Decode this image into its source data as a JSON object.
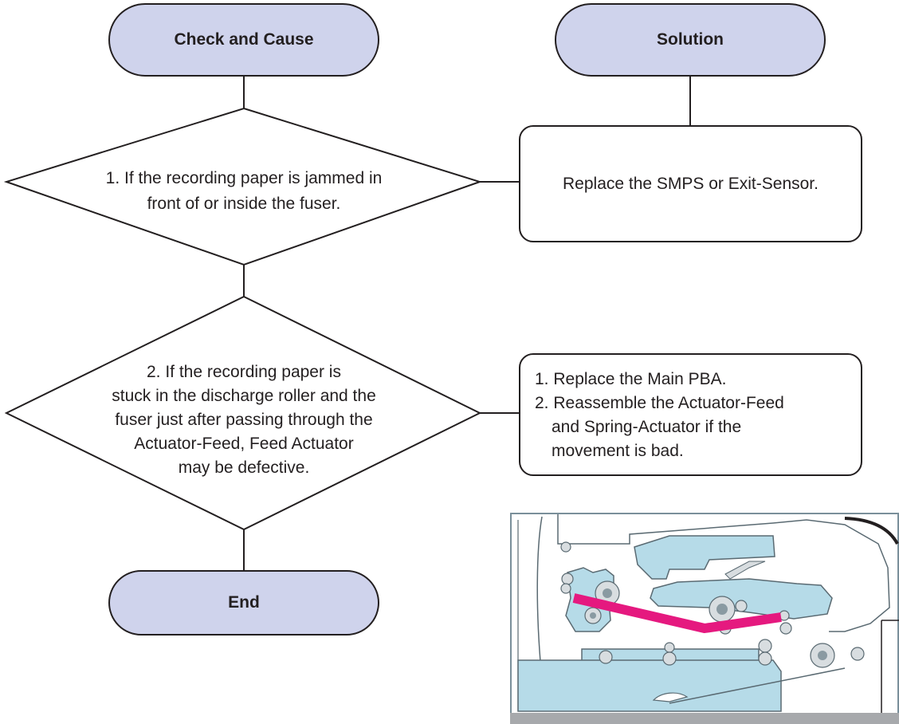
{
  "headers": {
    "check_and_cause": "Check and Cause",
    "solution": "Solution"
  },
  "steps": [
    {
      "check_lines": [
        "1. If the recording paper is jammed in",
        "front of or inside the fuser."
      ],
      "solution_lines": [
        "Replace the SMPS or Exit-Sensor."
      ]
    },
    {
      "check_lines": [
        "2. If the recording paper is",
        "stuck in the discharge roller and the",
        "fuser just after passing  through the",
        "Actuator-Feed, Feed Actuator",
        "may be defective."
      ],
      "solution_lines": [
        "1. Replace the Main PBA.",
        "2. Reassemble the Actuator-Feed",
        "and Spring-Actuator if the",
        "movement is bad."
      ]
    }
  ],
  "end_label": "End",
  "colors": {
    "terminal_fill": "#cfd3ec",
    "outline": "#231f20",
    "paper_path": "#e5197f",
    "part_fill": "#b6dbe8"
  }
}
